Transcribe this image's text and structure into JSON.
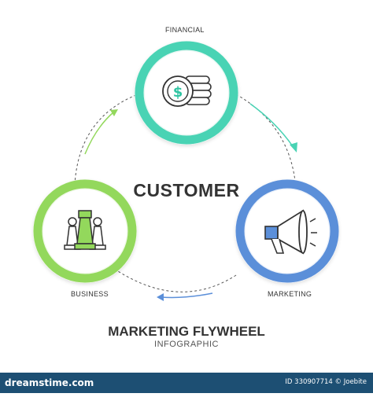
{
  "diagram": {
    "center_label": "CUSTOMER",
    "title": "MARKETING FLYWHEEL",
    "subtitle": "INFOGRAPHIC",
    "nodes": [
      {
        "label": "FINANCIAL",
        "icon": "dollar-coins-icon",
        "ring_color": "#49d3b4"
      },
      {
        "label": "MARKETING",
        "icon": "megaphone-icon",
        "ring_color": "#5b8fd9"
      },
      {
        "label": "BUSINESS",
        "icon": "chess-pieces-icon",
        "ring_color": "#93d85c"
      }
    ],
    "cycle": [
      "FINANCIAL",
      "MARKETING",
      "BUSINESS"
    ]
  },
  "footer": {
    "brand": "dreamstime.com",
    "info": "ID 330907714 © Joebite",
    "bar_color": "#1d4f73"
  }
}
